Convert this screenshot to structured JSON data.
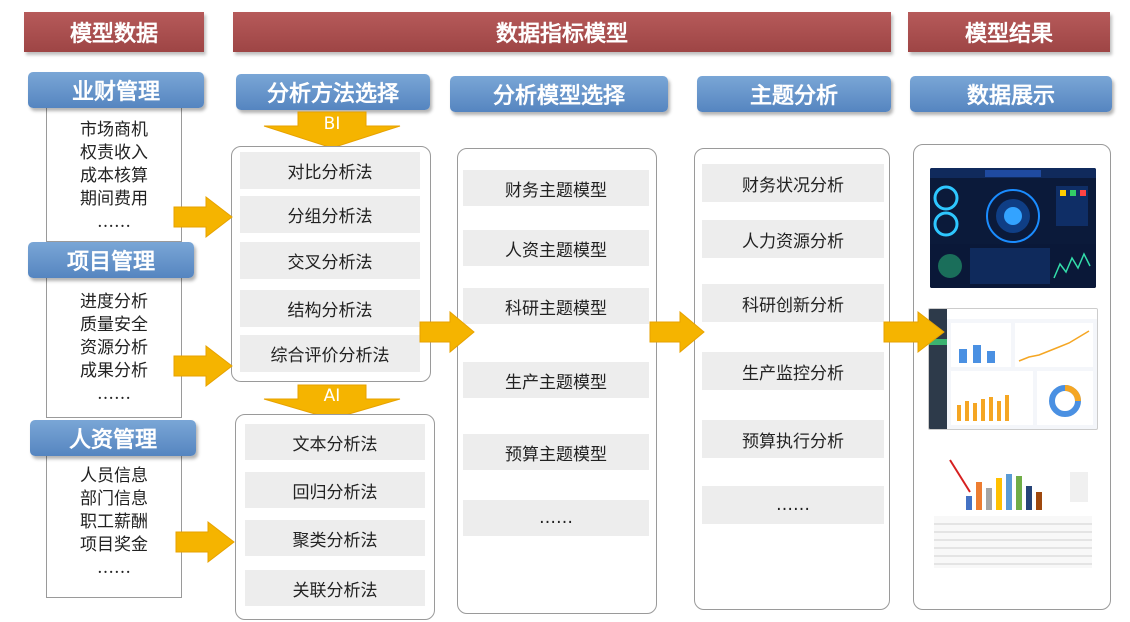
{
  "headers": {
    "model_data": "模型数据",
    "indicator_model": "数据指标模型",
    "model_result": "模型结果"
  },
  "subheaders": {
    "finance": "业财管理",
    "method": "分析方法选择",
    "model": "分析模型选择",
    "topic": "主题分析",
    "display": "数据展示",
    "project": "项目管理",
    "hr": "人资管理"
  },
  "finance_items": [
    "市场商机",
    "权责收入",
    "成本核算",
    "期间费用",
    "……"
  ],
  "project_items": [
    "进度分析",
    "质量安全",
    "资源分析",
    "成果分析",
    "……"
  ],
  "hr_items": [
    "人员信息",
    "部门信息",
    "职工薪酬",
    "项目奖金",
    "……"
  ],
  "bi_label": "BI",
  "ai_label": "AI",
  "bi_methods": [
    "对比分析法",
    "分组分析法",
    "交叉分析法",
    "结构分析法",
    "综合评价分析法"
  ],
  "ai_methods": [
    "文本分析法",
    "回归分析法",
    "聚类分析法",
    "关联分析法"
  ],
  "models": [
    "财务主题模型",
    "人资主题模型",
    "科研主题模型",
    "生产主题模型",
    "预算主题模型",
    "……"
  ],
  "topics": [
    "财务状况分析",
    "人力资源分析",
    "科研创新分析",
    "生产监控分析",
    "预算执行分析",
    "……"
  ],
  "colors": {
    "red_header": "#a84d4d",
    "blue_header": "#6394cb",
    "arrow": "#f5b400",
    "item_bg": "#ededed"
  }
}
